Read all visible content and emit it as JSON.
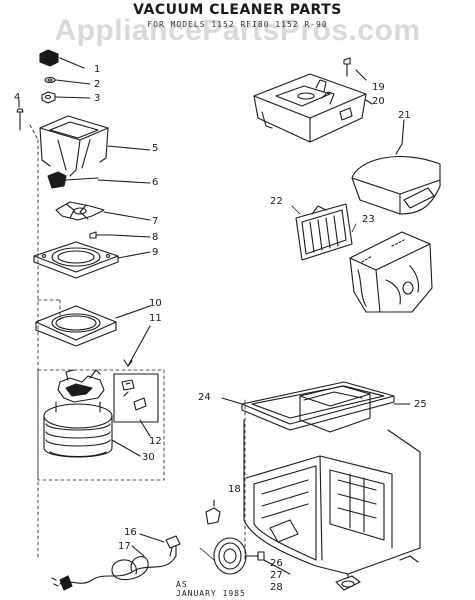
{
  "header": {
    "title": "VACUUM CLEANER PARTS",
    "subtitle": "FOR MODELS 1152 RFI80 1152 R-90",
    "watermark": "AppliancePartsPros.com"
  },
  "callouts": [
    "1",
    "2",
    "3",
    "4",
    "5",
    "6",
    "7",
    "8",
    "9",
    "10",
    "11",
    "12",
    "16",
    "17",
    "18",
    "19",
    "20",
    "21",
    "22",
    "23",
    "24",
    "25",
    "26",
    "27",
    "28",
    "30"
  ],
  "footer": {
    "code": "AS",
    "date": "JANUARY 1985"
  },
  "colors": {
    "line": "#1a1a1a",
    "watermark": "#aaaaaa"
  }
}
